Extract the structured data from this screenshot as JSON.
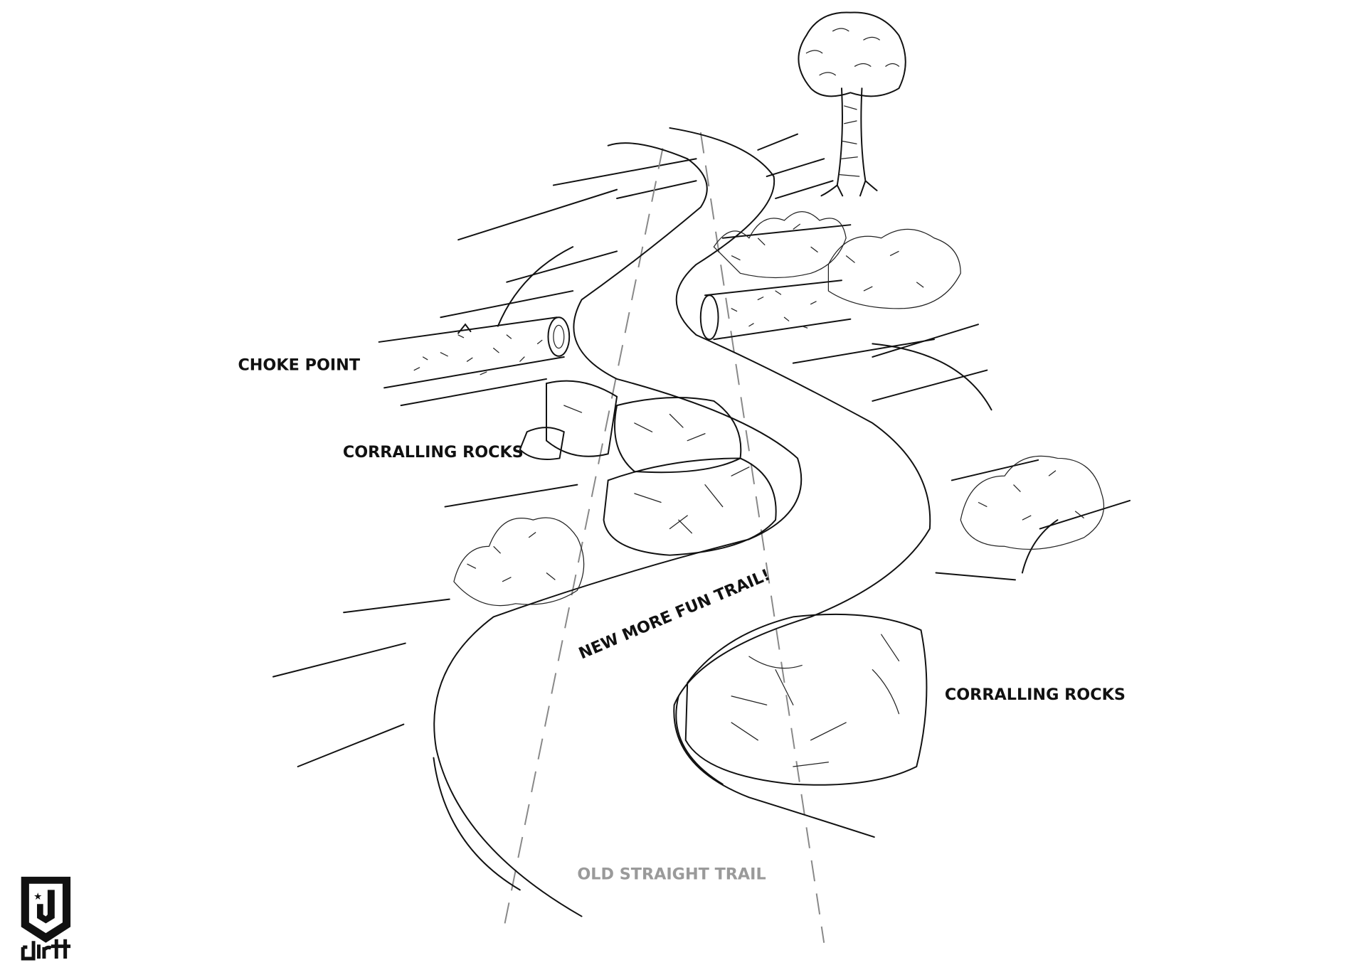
{
  "labels": {
    "choke_point": "CHOKE POINT",
    "corralling_rocks_left": "CORRALLING ROCKS",
    "new_trail": "NEW MORE FUN TRAIL!",
    "corralling_rocks_right": "CORRALLING ROCKS",
    "old_trail": "OLD STRAIGHT TRAIL"
  },
  "logo": {
    "text": "dirtt"
  },
  "colors": {
    "ink": "#111111",
    "old_trail": "#9a9a9a"
  }
}
